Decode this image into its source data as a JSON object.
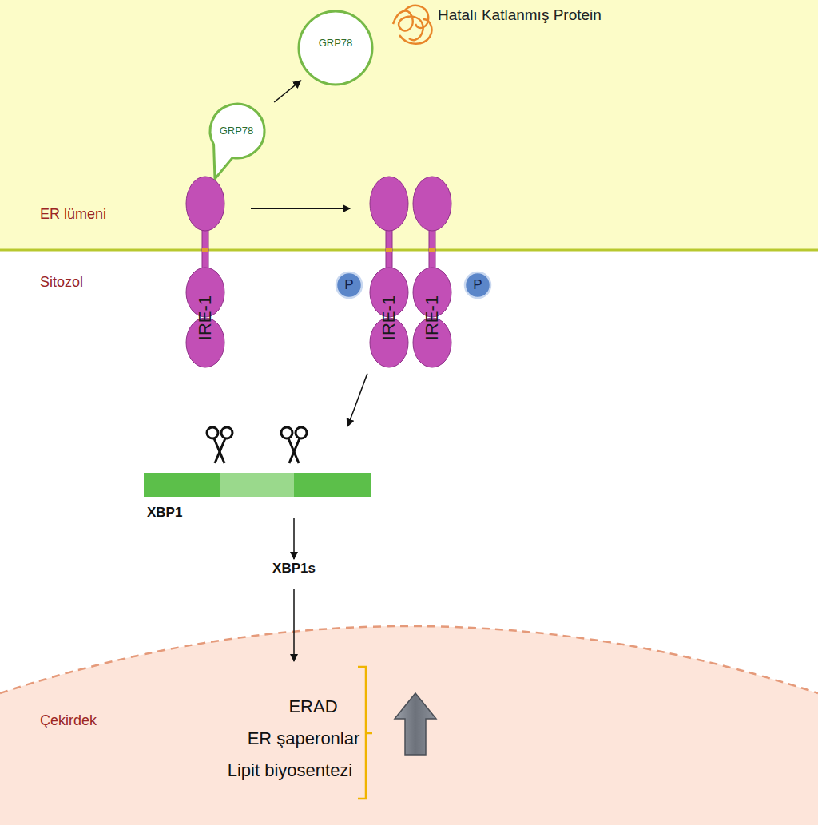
{
  "diagram": {
    "nodes": [
      {
        "text": [
          "GRP78"
        ]
      },
      {
        "text": [
          "GRP78"
        ]
      },
      {
        "text": [
          "IRE-1"
        ]
      },
      {
        "text": [
          "IRE-1"
        ]
      },
      {
        "text": [
          "P"
        ]
      },
      {
        "text": [
          "IRE-1"
        ]
      },
      {
        "text": [
          "P"
        ]
      },
      {
        "text": [
          "XBP1"
        ]
      }
    ],
    "edges": [
      {
        "from": 1,
        "to": 0,
        "arrow": "to"
      },
      {
        "from": 2,
        "to": 3,
        "arrow": "to"
      },
      {
        "from": 3,
        "to": 7,
        "arrow": "to"
      }
    ],
    "labels": [
      "Hatalı Katlanmış Protein",
      "ER lümeni",
      "Sitozol",
      "XBP1s",
      "Çekirdek",
      "ERAD",
      "ER şaperonlar",
      "Lipit biyosentezi"
    ]
  }
}
